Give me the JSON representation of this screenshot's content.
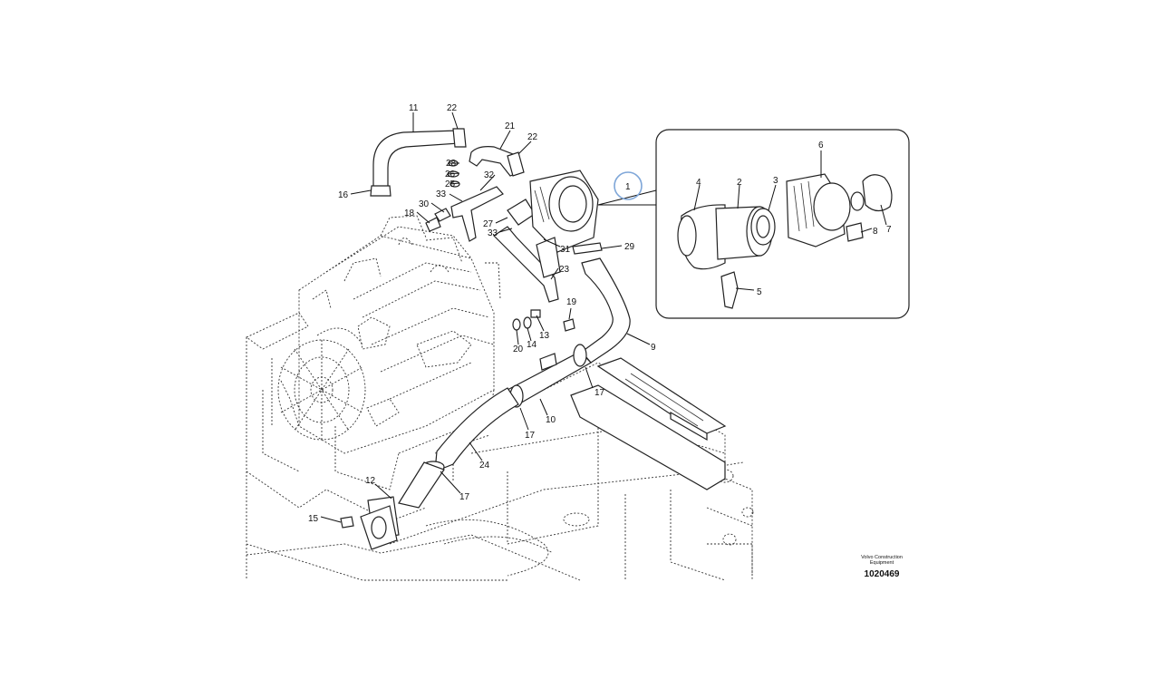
{
  "figure": {
    "brand_line1": "Volvo Construction",
    "brand_line2": "Equipment",
    "document_number": "1020469",
    "highlight_color": "#7ea6d8"
  },
  "part_labels": {
    "p1": "1",
    "p2": "2",
    "p3": "3",
    "p4": "4",
    "p5": "5",
    "p6": "6",
    "p7": "7",
    "p8": "8",
    "p9": "9",
    "p10": "10",
    "p11": "11",
    "p12": "12",
    "p13": "13",
    "p14": "14",
    "p15": "15",
    "p16": "16",
    "p17a": "17",
    "p17b": "17",
    "p17c": "17",
    "p18": "18",
    "p19": "19",
    "p20": "20",
    "p21": "21",
    "p22a": "22",
    "p22b": "22",
    "p23": "23",
    "p24": "24",
    "p25": "25",
    "p26": "26",
    "p27": "27",
    "p28": "28",
    "p29": "29",
    "p30": "30",
    "p31": "31",
    "p32": "32",
    "p33a": "33",
    "p33b": "33"
  }
}
